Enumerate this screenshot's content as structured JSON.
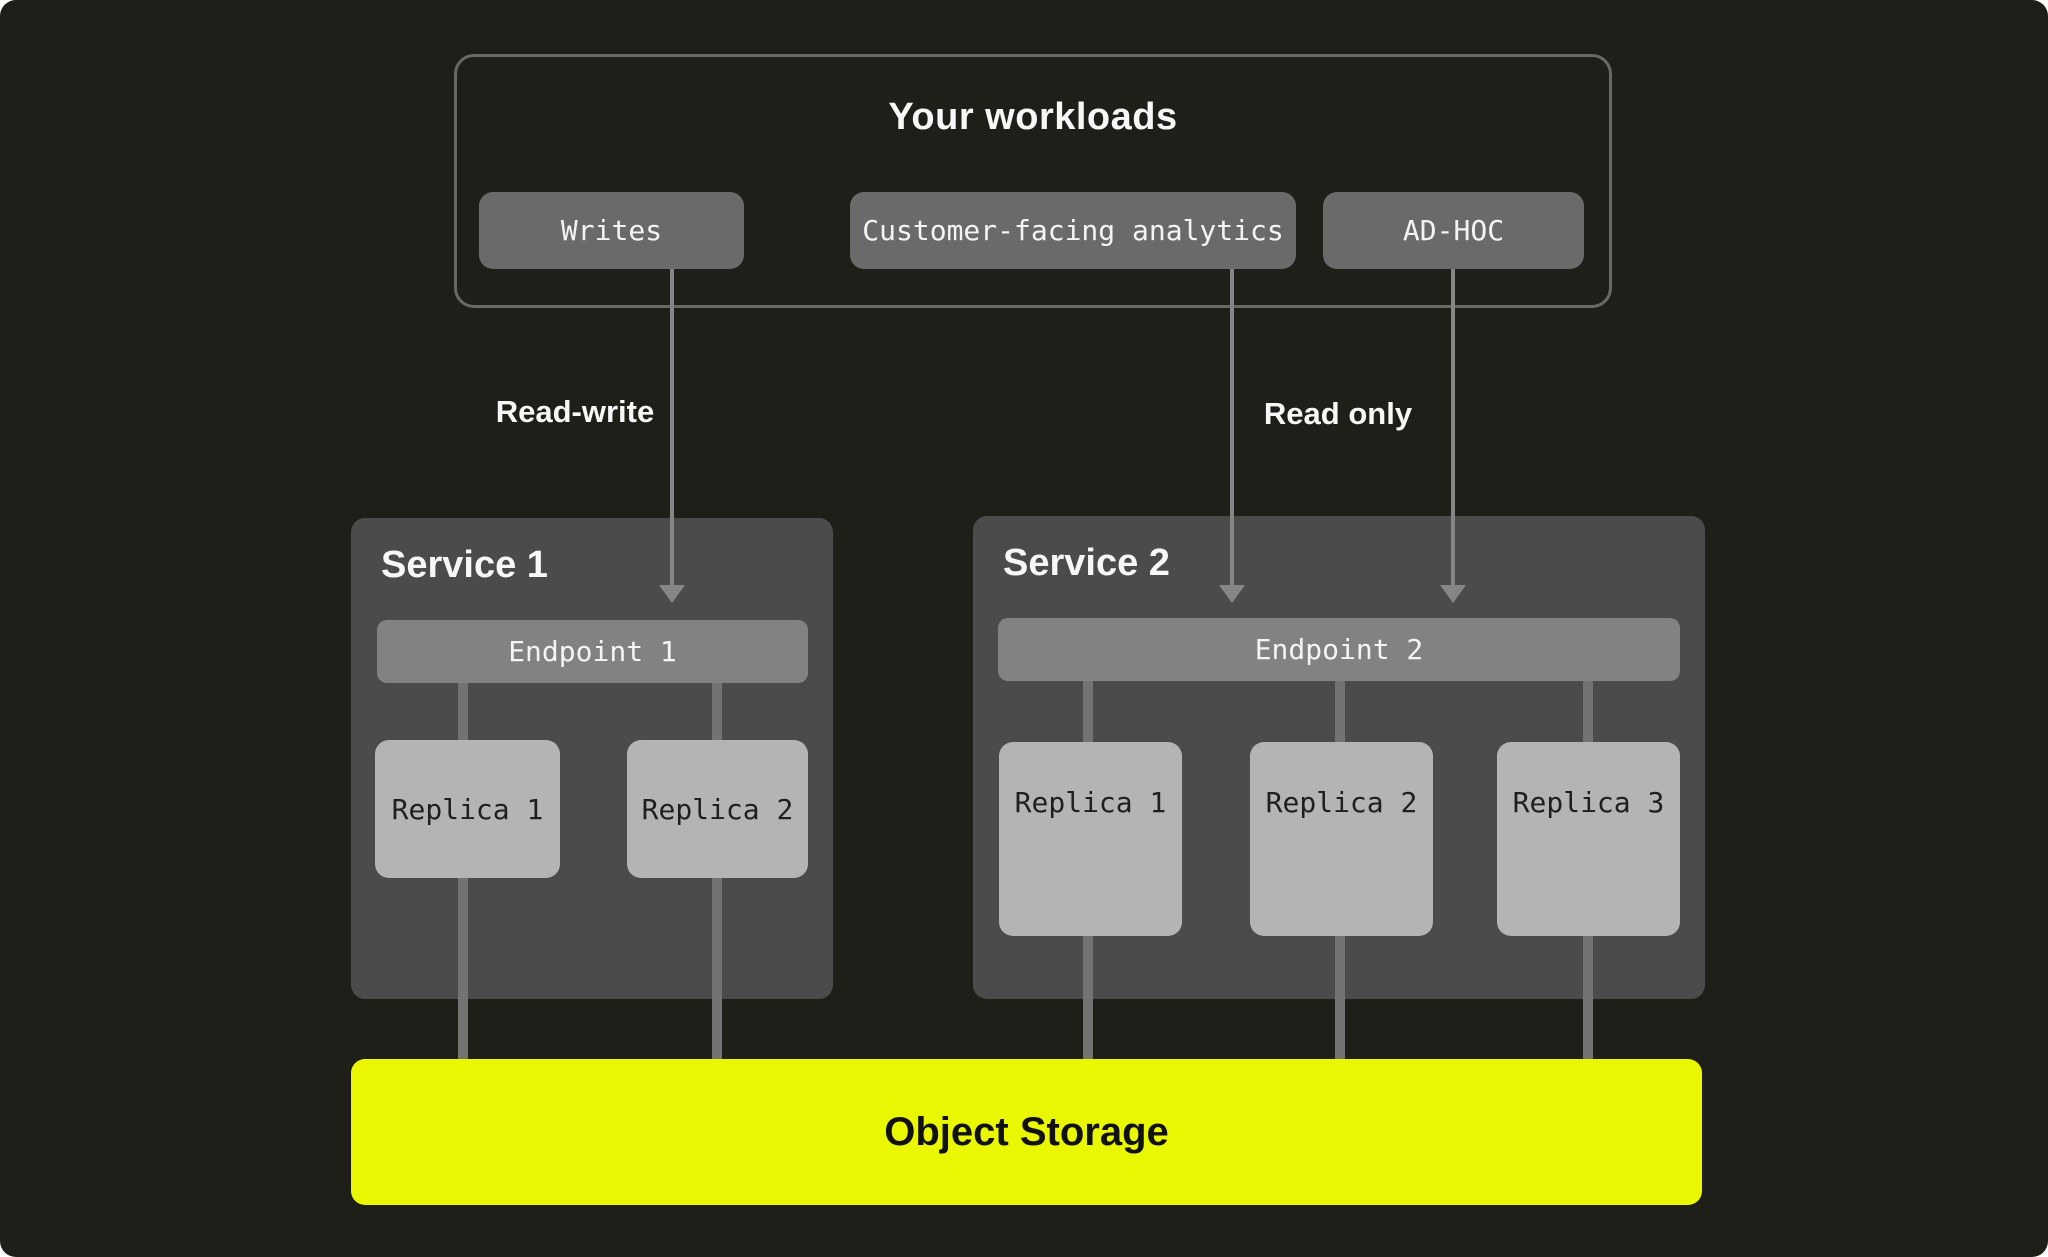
{
  "colors": {
    "background": "#1f1f1a",
    "workloads_border": "#696963",
    "chip_gray": "#6a6a6a",
    "service_gray": "#4b4b4b",
    "endpoint_gray": "#828282",
    "replica_gray": "#b4b4b4",
    "connector_gray": "#737373",
    "arrow_gray": "#868686",
    "storage_yellow": "#eaf702",
    "text_light": "#f7f7f7",
    "text_dark": "#1f1f1f"
  },
  "workloads": {
    "title": "Your workloads",
    "chips": [
      {
        "label": "Writes"
      },
      {
        "label": "Customer-facing analytics"
      },
      {
        "label": "AD-HOC"
      }
    ]
  },
  "edges": {
    "read_write_label": "Read-write",
    "read_only_label": "Read only"
  },
  "services": [
    {
      "title": "Service 1",
      "endpoint_label": "Endpoint 1",
      "replicas": [
        {
          "label": "Replica 1"
        },
        {
          "label": "Replica 2"
        }
      ]
    },
    {
      "title": "Service 2",
      "endpoint_label": "Endpoint 2",
      "replicas": [
        {
          "label": "Replica 1"
        },
        {
          "label": "Replica 2"
        },
        {
          "label": "Replica 3"
        }
      ]
    }
  ],
  "storage": {
    "label": "Object Storage"
  }
}
